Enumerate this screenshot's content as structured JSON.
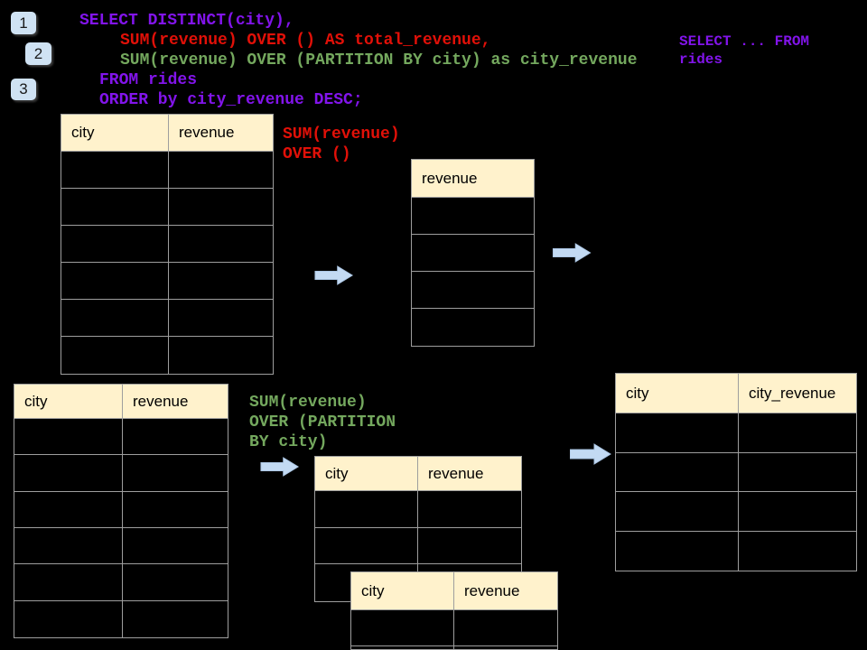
{
  "colors": {
    "purple": "#8214eb",
    "red": "#e11008",
    "green": "#74a85e",
    "cream": "#fff2cc",
    "border": "#9e9e9e",
    "arrow": "#c3daf3",
    "badge": "#cfe2f3"
  },
  "steps": [
    "1",
    "2",
    "3"
  ],
  "sql": {
    "line1": "SELECT DISTINCT(city),",
    "line2": "SUM(revenue) OVER () AS total_revenue,",
    "line3": "SUM(revenue) OVER (PARTITION BY city) as city_revenue",
    "line4": "FROM rides",
    "line5": "ORDER by city_revenue DESC;"
  },
  "side_note": {
    "line1": "SELECT ... FROM",
    "line2": "rides"
  },
  "labels": {
    "total": {
      "line1": "SUM(revenue)",
      "line2": "OVER ()"
    },
    "partition": {
      "line1": "SUM(revenue)",
      "line2": "OVER (PARTITION",
      "line3": "BY city)"
    }
  },
  "tables": {
    "rides_top": {
      "columns": [
        "city",
        "revenue"
      ],
      "row_count": 6
    },
    "total_revenue": {
      "columns": [
        "revenue"
      ],
      "row_count": 4
    },
    "rides_bottom": {
      "columns": [
        "city",
        "revenue"
      ],
      "row_count": 6
    },
    "partition_back": {
      "columns": [
        "city",
        "revenue"
      ],
      "row_count": 3
    },
    "partition_front": {
      "columns": [
        "city",
        "revenue"
      ],
      "row_count": 2
    },
    "result": {
      "columns": [
        "city",
        "city_revenue"
      ],
      "row_count": 4
    }
  }
}
